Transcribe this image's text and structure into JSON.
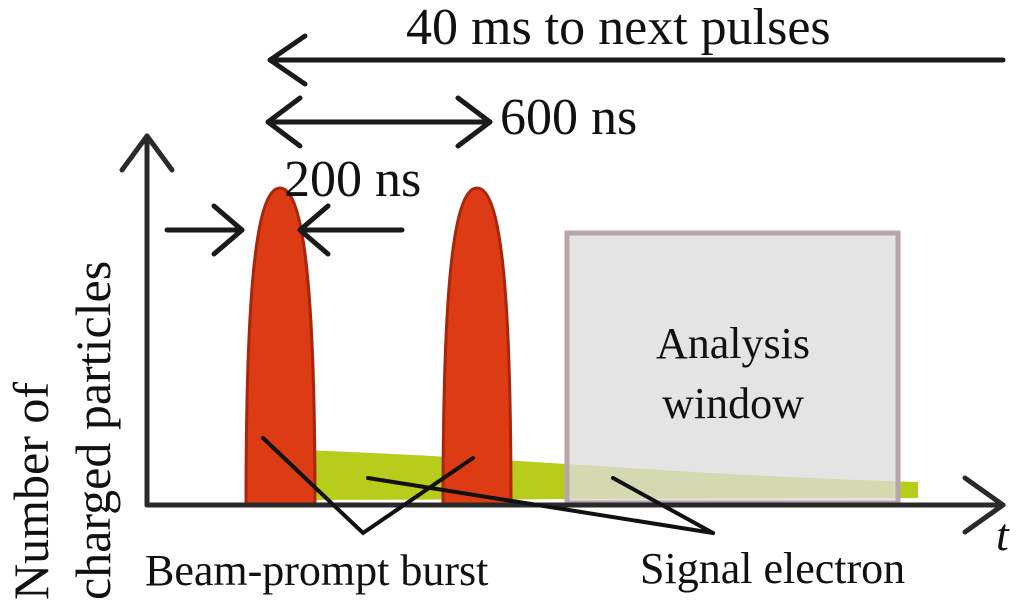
{
  "diagram": {
    "y_axis_label_line1": "Number of",
    "y_axis_label_line2": "charged particles",
    "x_axis_label": "t",
    "period_label": "40 ms to next pulses",
    "spacing_label": "600 ns",
    "width_label": "200 ns",
    "window_label_line1": "Analysis",
    "window_label_line2": "window",
    "burst_label": "Beam-prompt burst",
    "signal_label": "Signal electron"
  },
  "colors": {
    "pulse_fill": "#dd3b14",
    "pulse_stroke": "#a8260c",
    "signal_fill": "#b8cc1c",
    "window_fill": "#dcdcdc",
    "window_stroke": "#b7a6a8",
    "ink": "#111111"
  }
}
